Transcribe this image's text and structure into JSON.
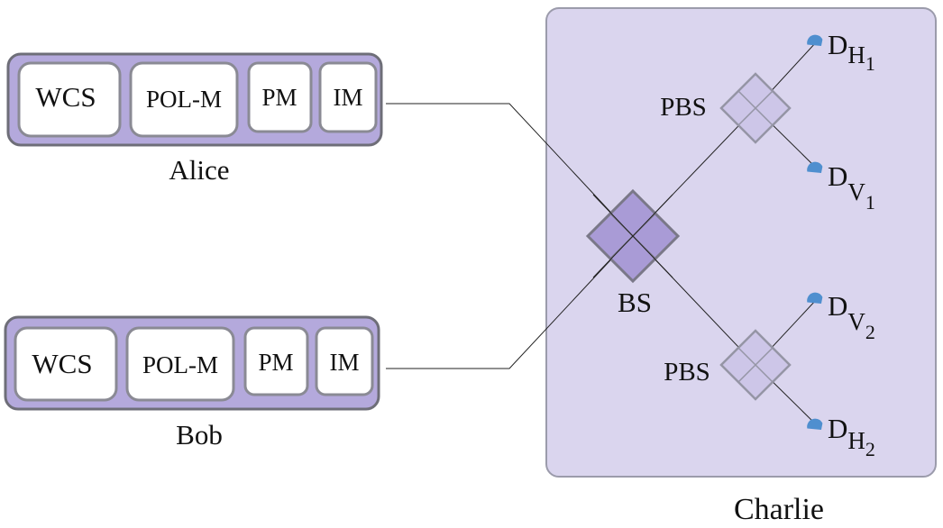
{
  "alice": {
    "label": "Alice",
    "modules": [
      "WCS",
      "POL-M",
      "PM",
      "IM"
    ]
  },
  "bob": {
    "label": "Bob",
    "modules": [
      "WCS",
      "POL-M",
      "PM",
      "IM"
    ]
  },
  "charlie": {
    "label": "Charlie",
    "beam_splitter": "BS",
    "pbs_top": "PBS",
    "pbs_bottom": "PBS",
    "detectors": {
      "dh1": {
        "main": "D",
        "sub": "H",
        "subsub": "1"
      },
      "dv1": {
        "main": "D",
        "sub": "V",
        "subsub": "1"
      },
      "dv2": {
        "main": "D",
        "sub": "V",
        "subsub": "2"
      },
      "dh2": {
        "main": "D",
        "sub": "H",
        "subsub": "2"
      }
    }
  },
  "colors": {
    "module_bar_fill": "#b4a9dc",
    "module_bar_stroke": "#6e6e78",
    "module_fill": "#ffffff",
    "module_stroke": "#8a8a94",
    "charlie_panel_fill": "#dad5ee",
    "charlie_panel_stroke": "#9b9bab",
    "bs_fill": "#a99bd6",
    "bs_stroke": "#7a7888",
    "pbs_fill": "#cdc6e8",
    "pbs_stroke": "#9595a5",
    "detector": "#4f8fcf",
    "fiber": "#222222"
  }
}
